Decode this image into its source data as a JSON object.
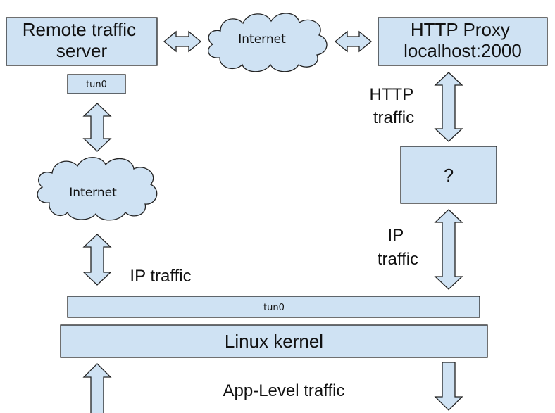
{
  "nodes": {
    "remote_server": "Remote traffic\nserver",
    "remote_tun0": "tun0",
    "internet_top": "Internet",
    "internet_left": "Internet",
    "http_proxy": "HTTP Proxy\nlocalhost:2000",
    "unknown": "?",
    "tun0_bar": "tun0",
    "kernel": "Linux kernel"
  },
  "edges": {
    "http_traffic": "HTTP\ntraffic",
    "ip_traffic_right": "IP\ntraffic",
    "ip_traffic_left": "IP traffic",
    "app_level_traffic": "App-Level traffic"
  },
  "colors": {
    "fill": "#cfe2f3",
    "stroke": "#222222",
    "text": "#111111"
  }
}
